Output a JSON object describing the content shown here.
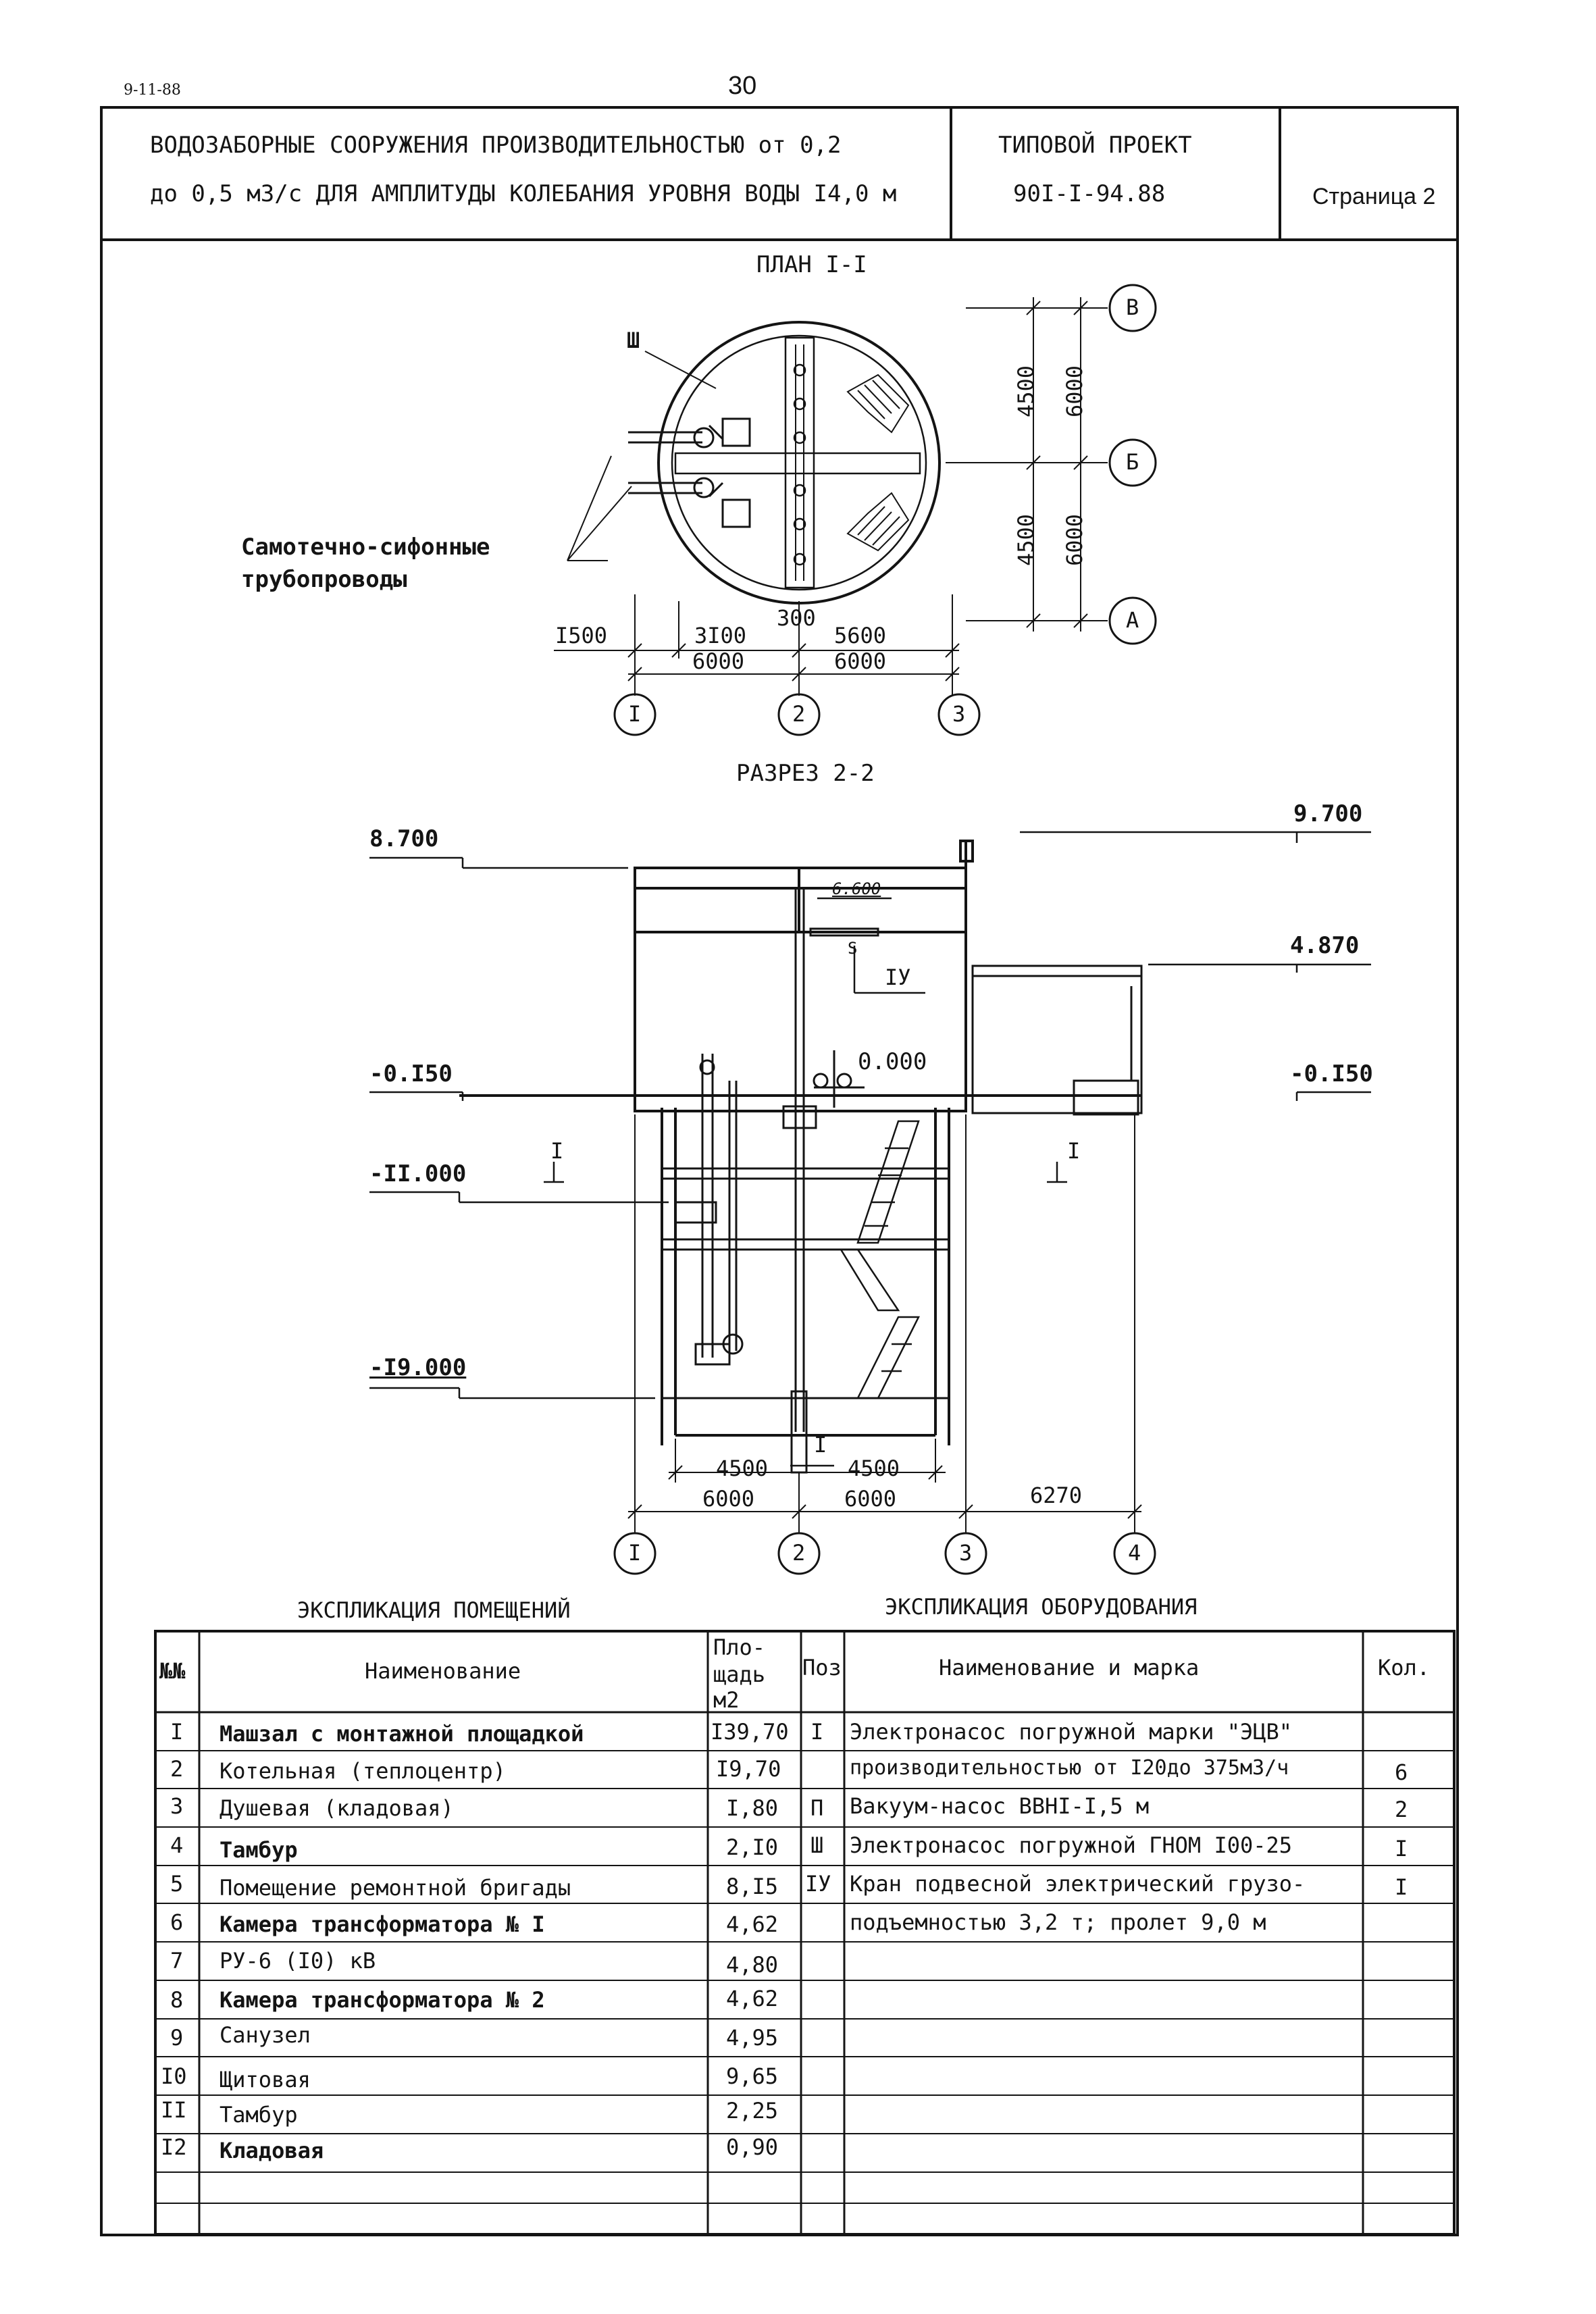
{
  "header": {
    "code": "9-11-88",
    "page_number": "30",
    "title_line1": "ВОДОЗАБОРНЫЕ СООРУЖЕНИЯ ПРОИЗВОДИТЕЛЬНОСТЬЮ от 0,2",
    "title_line2": "до 0,5 м3/с ДЛЯ АМПЛИТУДЫ КОЛЕБАНИЯ УРОВНЯ ВОДЫ I4,0 м",
    "project_label": "ТИПОВОЙ ПРОЕКТ",
    "project_number": "90I-I-94.88",
    "sheet_label": "Страница 2"
  },
  "plan": {
    "title": "ПЛАН I-I",
    "pipes_label_1": "Самотечно-сифонные",
    "pipes_label_2": "трубопроводы",
    "equip_mark": "Ш",
    "dims": {
      "d1500": "I500",
      "d3100": "3I00",
      "d300": "300",
      "d5600": "5600",
      "d6000a": "6000",
      "d6000b": "6000",
      "v4500a": "4500",
      "v6000a": "6000",
      "v4500b": "4500",
      "v6000b": "6000"
    },
    "axes": {
      "a1": "I",
      "a2": "2",
      "a3": "3",
      "rB": "В",
      "rБ": "Б",
      "rA": "А"
    }
  },
  "section": {
    "title": "РАЗРЕЗ 2-2",
    "levels": {
      "l8700": "8.700",
      "l9700": "9.700",
      "l4870": "4.870",
      "lm0150a": "-0.I50",
      "lm0150b": "-0.I50",
      "l0000": "0.000",
      "lm11000": "-II.000",
      "lm19000": "-I9.000",
      "l6600": "6.600"
    },
    "marks": {
      "crane": "IУ",
      "cut_left": "I",
      "cut_right": "I",
      "pump": "I",
      "s": "S"
    },
    "dims": {
      "d4500a": "4500",
      "d4500b": "4500",
      "d6000a": "6000",
      "d6000b": "6000",
      "d6270": "6270"
    },
    "axes": {
      "a1": "I",
      "a2": "2",
      "a3": "3",
      "a4": "4"
    }
  },
  "rooms": {
    "caption": "ЭКСПЛИКАЦИЯ ПОМЕЩЕНИЙ",
    "head_num": "№№",
    "head_name": "Наименование",
    "head_area_1": "Пло-",
    "head_area_2": "щадь",
    "head_area_3": "м2",
    "rows": [
      {
        "num": "I",
        "name": "Машзал с монтажной площадкой",
        "area": "I39,70"
      },
      {
        "num": "2",
        "name": "Котельная (теплоцентр)",
        "area": "I9,70"
      },
      {
        "num": "3",
        "name": "Душевая (кладовая)",
        "area": "I,80"
      },
      {
        "num": "4",
        "name": "Тамбур",
        "area": "2,I0"
      },
      {
        "num": "5",
        "name": "Помещение ремонтной бригады",
        "area": "8,I5"
      },
      {
        "num": "6",
        "name": "Камера трансформатора № I",
        "area": "4,62"
      },
      {
        "num": "7",
        "name": "РУ-6 (I0) кВ",
        "area": "4,80"
      },
      {
        "num": "8",
        "name": "Камера трансформатора № 2",
        "area": "4,62"
      },
      {
        "num": "9",
        "name": "Санузел",
        "area": "4,95"
      },
      {
        "num": "I0",
        "name": "Щитовая",
        "area": "9,65"
      },
      {
        "num": "II",
        "name": "Тамбур",
        "area": "2,25"
      },
      {
        "num": "I2",
        "name": "Кладовая",
        "area": "0,90"
      }
    ]
  },
  "equipment": {
    "caption": "ЭКСПЛИКАЦИЯ ОБОРУДОВАНИЯ",
    "head_pos": "Поз",
    "head_name": "Наименование и марка",
    "head_qty": "Кол.",
    "rows": [
      {
        "pos": "I",
        "name": "Электронасос погружной марки \"ЭЦВ\"",
        "qty": ""
      },
      {
        "pos": "",
        "name": "производительностью от I20до 375м3/ч",
        "qty": "6"
      },
      {
        "pos": "П",
        "name": "Вакуум-насос ВВНI-I,5 м",
        "qty": "2"
      },
      {
        "pos": "Ш",
        "name": "Электронасос погружной ГНОМ I00-25",
        "qty": "I"
      },
      {
        "pos": "IУ",
        "name": "Кран подвесной электрический грузо-",
        "qty": "I"
      },
      {
        "pos": "",
        "name": "подъемностью 3,2 т; пролет 9,0 м",
        "qty": ""
      }
    ]
  }
}
